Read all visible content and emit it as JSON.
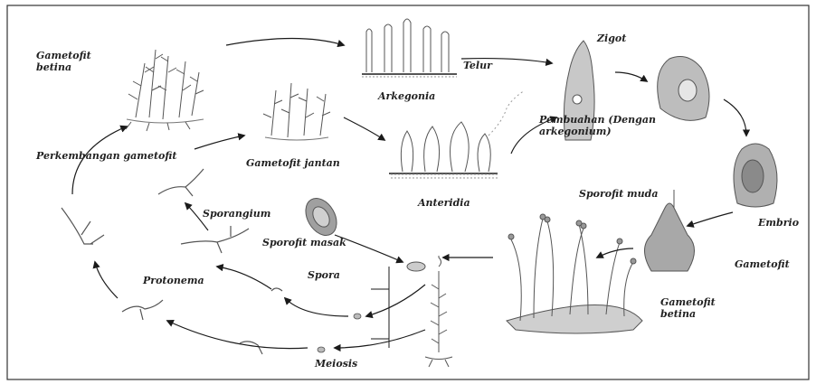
{
  "labels": {
    "gametofit_betina_top": "Gametofit\nbetina",
    "arkegonia": "Arkegonia",
    "telur": "Telur",
    "zigot": "Zigot",
    "pembuahan": "Pembuahan (Dengan\narkegonium)",
    "perkembangan_gametofit": "Perkembangan gametofit",
    "gametofit_jantan": "Gametofit jantan",
    "anteridia": "Anteridia",
    "sporofit_muda": "Sporofit muda",
    "embrio": "Embrio",
    "sporangium": "Sporangium",
    "sporofit_masak": "Sporofit masak",
    "gametofit_right": "Gametofit",
    "gametofit_betina_bottom": "Gametofit\nbetina",
    "spora": "Spora",
    "protonema": "Protonema",
    "meiosis": "Meiosis"
  },
  "colors": {
    "ink": "#222222",
    "arrow": "#1a1a1a",
    "plant": "#555555",
    "shade": "#9a9a9a"
  }
}
